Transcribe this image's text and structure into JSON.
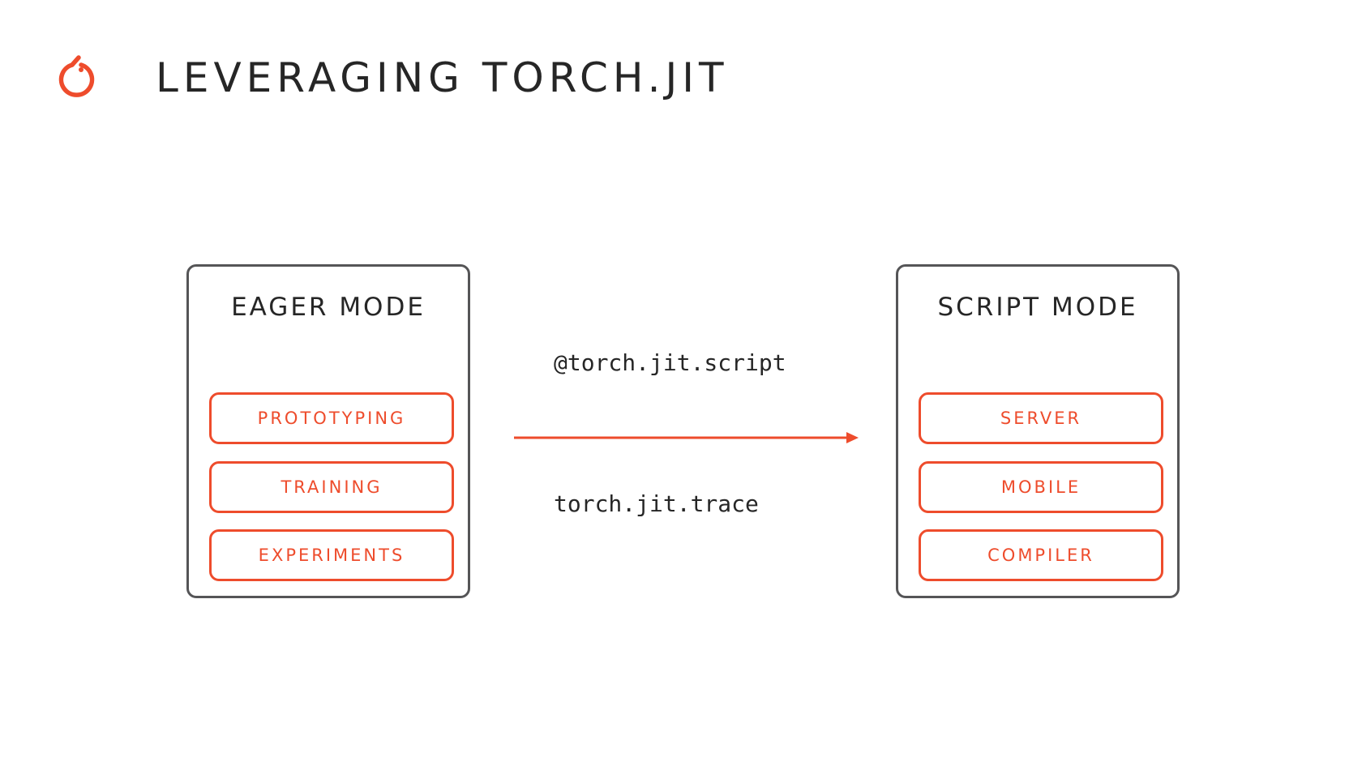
{
  "header": {
    "title": "LEVERAGING TORCH.JIT",
    "logo_icon": "pytorch-flame-icon"
  },
  "eager_mode": {
    "title": "EAGER MODE",
    "items": [
      "PROTOTYPING",
      "TRAINING",
      "EXPERIMENTS"
    ]
  },
  "script_mode": {
    "title": "SCRIPT MODE",
    "items": [
      "SERVER",
      "MOBILE",
      "COMPILER"
    ]
  },
  "transition": {
    "top_label": "@torch.jit.script",
    "bottom_label": "torch.jit.trace",
    "arrow_icon": "arrow-right-icon"
  },
  "colors": {
    "accent": "#ee4c2c",
    "text": "#262626",
    "box_border": "#555557"
  }
}
